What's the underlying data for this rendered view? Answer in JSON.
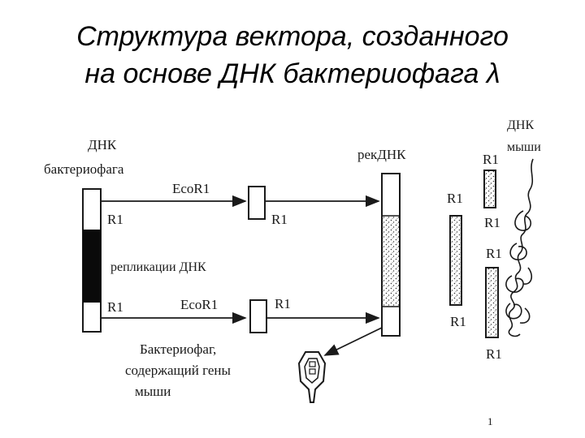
{
  "title": {
    "line1": "Структура вектора, созданного",
    "line2": "на основе ДНК бактериофага λ"
  },
  "diagram": {
    "phage_dna_label_1": "ДНК",
    "phage_dna_label_2": "бактериофага",
    "ecor1_top": "EcoR1",
    "ecor1_bottom": "EcoR1",
    "r1_left_top": "R1",
    "r1_left_bottom": "R1",
    "r1_fragment_top": "R1",
    "r1_fragment_bottom": "R1",
    "replication_label": "репликации ДНК",
    "rec_dna_label": "рекДНК",
    "phage_result_1": "Бактериофаг,",
    "phage_result_2": "содержащий гены",
    "phage_result_3": "мыши",
    "mouse_dna_1": "ДНК",
    "mouse_dna_2": "мыши",
    "frag1_r1_top": "R1",
    "frag1_r1_bottom": "R1",
    "frag2_r1_top": "R1",
    "frag2_r1_bottom": "R1",
    "frag3_r1_top": "R1",
    "frag3_r1_bottom": "R1",
    "stray_mark": "1"
  },
  "colors": {
    "line": "#1a1a1a",
    "dark_segment": "#0a0a0a",
    "background": "#ffffff"
  }
}
